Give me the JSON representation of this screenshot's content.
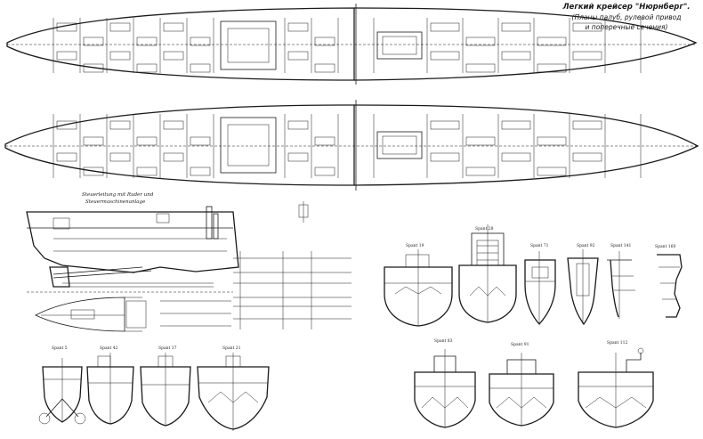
{
  "caption": {
    "title": "Легкий крейсер \"Нюрнберг\".",
    "subtitle_line1": "(Планы палуб, рулевой привод",
    "subtitle_line2": "и поперечные сечения)"
  },
  "colors": {
    "ink": "#1a1a1a",
    "paper": "#ffffff"
  },
  "steering_title": {
    "line1": "Steuerleitung mit Ruder und",
    "line2": "Steuermaschinenanlage"
  },
  "upper_frames": [
    "Spant 19",
    "Spant 28",
    "Spant 71",
    "Spant 92",
    "Spant 141",
    "Spant 160"
  ],
  "lower_frames": [
    "Spant 5",
    "Spant 42",
    "Spant 37",
    "Spant 21",
    "Spant 83",
    "Spant 91",
    "Spant 112"
  ]
}
